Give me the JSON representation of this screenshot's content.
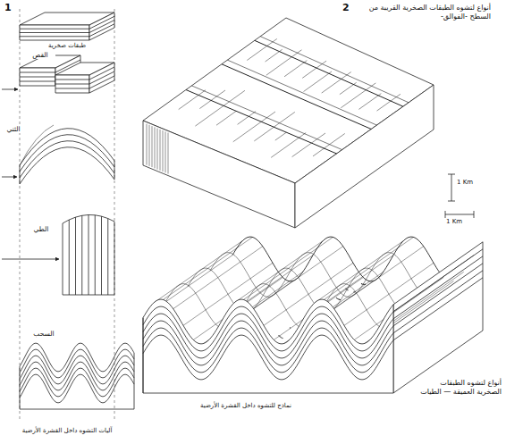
{
  "diagram": {
    "labels": [
      "1",
      "طبقات صخرية",
      "القص",
      "الثني",
      "الطي",
      "السحب",
      "آليات التشوه داخل القشرة الأرضية",
      "2",
      "أنواع لتشوه الطبقات الصخرية القريبة من السطح -الفوالق-",
      "1 Km",
      "1 Km",
      "أنواع لتشوه الطبقات الصخرية العميقة — الطيات",
      "نماذج للتشوه داخل القشرة الأرضية"
    ]
  }
}
